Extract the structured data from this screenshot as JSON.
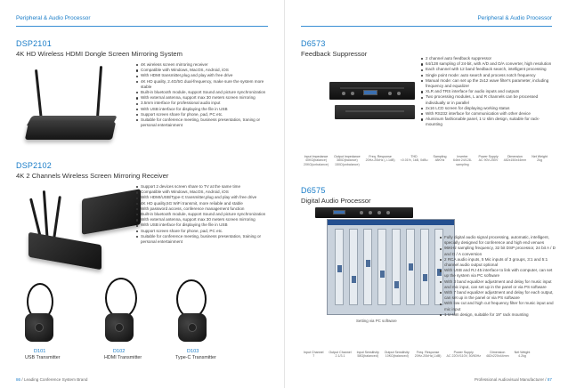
{
  "left_page": {
    "header": "Peripheral & Audio Processor",
    "products": [
      {
        "code": "DSP2101",
        "title": "4K HD Wireless HDMI Dongle Screen Mirroring System",
        "features": [
          "4K wireless screen mirroring receiver",
          "Compatible with Windows, MacOS, Android, iOS",
          "With HDMI transmitter,plug and play with free drive",
          "4K HD quality, 2.4G/5G dual-frequency, make sure the system more stable",
          "Built-in bluetooth module, support Sound and picture synchronization",
          "With external antenna, support max 30 meters screen mirroring",
          "3.5mm interface for professional audio input",
          "With USB interface for displaying the file in USB",
          "Support screen share for phone, pad, PC etc.",
          "Suitable for conference meeting, business presentation, traning or personal entertainment"
        ]
      },
      {
        "code": "DSP2102",
        "title": "4K 2 Channels Wireless Screen Mirroring Receiver",
        "features": [
          "Support 2 devices screen share to TV at the same time",
          "Compatible with Windows, MacOS, Android, iOS",
          "With HDMI/USB/Type-C transmitter,plug and play with free drive",
          "4K HD quality,5G WiFi transmit, more reliable and stable",
          "With password access, conference management function",
          "Built-in bluetooth module, support Sound and picture synchronization",
          "With external antenna, support max 30 meters screen mirroring",
          "With USB interface for displaying the file in USB",
          "Support screen share for phone, pad, PC etc.",
          "Suitable for conference meeting, business presentation, training or personal entertainment"
        ]
      }
    ],
    "transmitters": [
      {
        "code": "D101",
        "name": "USB Transmitter"
      },
      {
        "code": "D102",
        "name": "HDMI Transmitter"
      },
      {
        "code": "D103",
        "name": "Type-C Transmitter"
      }
    ],
    "footer": {
      "page_number": "86",
      "text": "/ Leading Conference System Brand"
    }
  },
  "right_page": {
    "header": "Peripheral & Audio Processor",
    "products": [
      {
        "code": "D6573",
        "title": "Feedback Suppressor",
        "features": [
          "2 channel auto feedback suppressor",
          "64/128 sampling of 24-bit, with A/D and D/A converter, high resolution",
          "Each channel with 12 band feedback search, intelligent processing",
          "Single point mode: auto search and process notch frequency",
          "Manual mode: can set up the 2x12 wave filter's parameter, including frequency and equalizer",
          "XLR and TRS interface for audio inputs and outputs",
          "Two processing modules, L and R channels can be processed individually or in parallel",
          "2x16 LCD screen for displaying working status",
          "With RS232 interface for communication with other device",
          "Aluminum fashionable panel, 1 U slim design, suitable for rack-mounting"
        ],
        "specs": {
          "headers": [
            "Input Impedance",
            "Output Impedance",
            "Freq. Response",
            "THD",
            "Sampling",
            "Inverter",
            "Power Supply",
            "Dimension",
            "Net Weight"
          ],
          "values": [
            "40KΩ(balance)\n20KΩ(unbalance)",
            "380Ω(balance)\n150Ω(unbalance)",
            "20Hz-20kHz (-/-1dB)",
            "<0.01%, 1kB, 0dBu",
            "48KHz",
            "64bit 24/128-sampling",
            "AC 90V-250V",
            "482x150x44mm",
            "2kg"
          ]
        }
      },
      {
        "code": "D6575",
        "title": "Digital Audio Processor",
        "features": [
          "Fully digital audio signal processing, automatic, intelligent, specially designed for conference and high end venues",
          "96KHz sampling frequency, 32 bit DSP processor, 24 bit A / D and D / A conversion",
          "2 RCA audio inputs, 5 Mic inputs of 3 groups, 3:1 and 5:1 channel audio output optional",
          "With USB and RJ 45 interface to link with computer, can set up the system via PC software",
          "With 3 band equalizer adjustment and delay for music input and mic input, can set up in the panel or via PS software",
          "With 7 band equalizer adjustment and delay for each output, can set up in the panel or via PS software",
          "With low cut and high cut frequency filter for music input and mic input",
          "1 U slim design, suitable for 19\" rack mounting"
        ],
        "software_caption": "Setting via PC software",
        "specs": {
          "headers": [
            "Input Channel",
            "Output Channel",
            "Input Sensitivity",
            "Output Sensitivity",
            "Freq. Response",
            "Power Supply",
            "Dimension",
            "Net Weight"
          ],
          "values": [
            "7",
            "2.1/3.1",
            "58Ω(balanced)",
            "10KΩ(balanced)",
            "20Hz-20kHz(-1dB)",
            "AC 220V/110V, 50/60Hz",
            "482x220x44mm",
            "4.2kg"
          ]
        }
      }
    ],
    "footer": {
      "text": "Professional Audiovisual Manufacturer /",
      "page_number": "87"
    }
  }
}
